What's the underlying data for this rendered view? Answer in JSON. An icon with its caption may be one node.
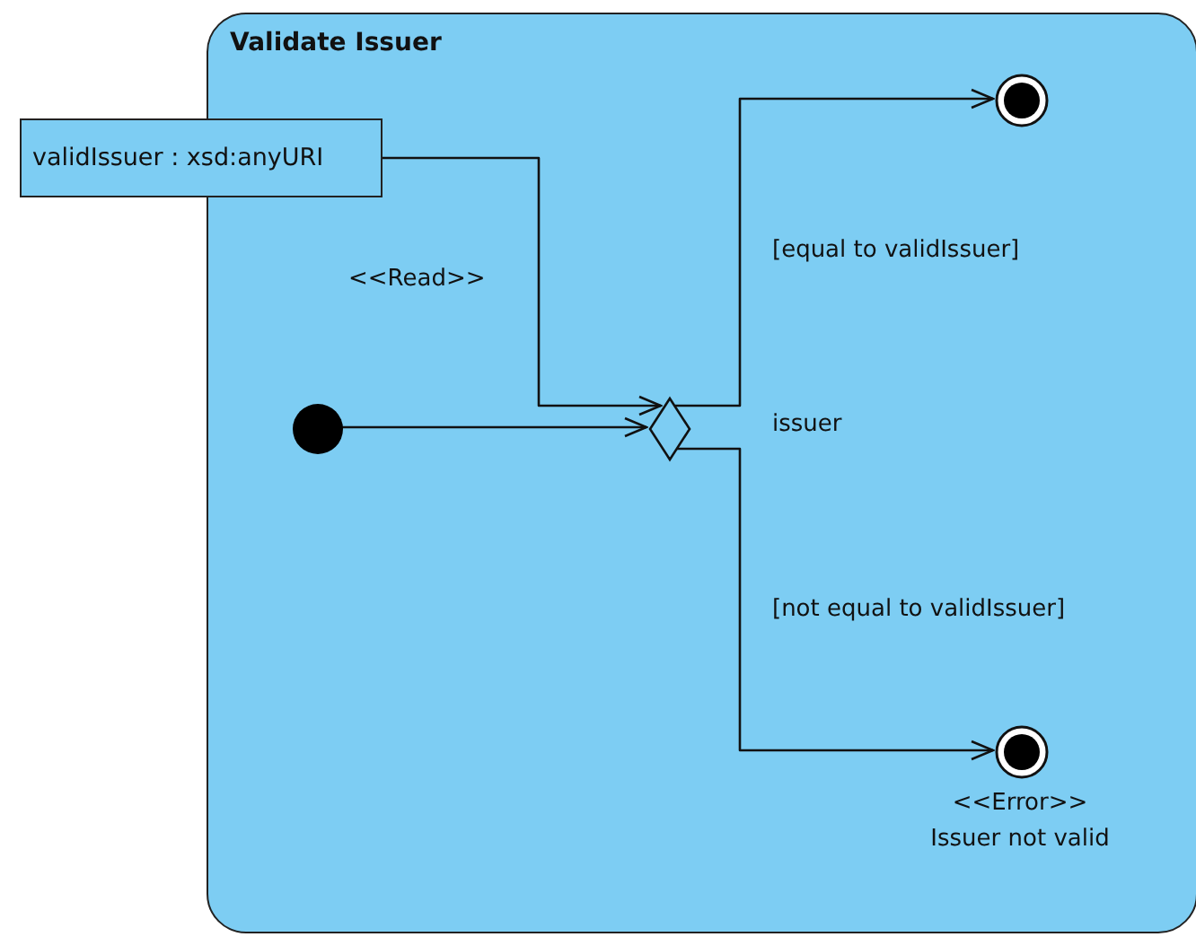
{
  "diagram": {
    "nodes": [
      {
        "text": [
          "Validate Issuer"
        ]
      },
      {
        "text": [
          "validIssuer : xsd:anyURI"
        ]
      },
      {
        "text": [],
        "shape": "circle",
        "in": 0
      },
      {
        "text": [],
        "shape": "diamond",
        "in": 0,
        "beside": [
          "issuer"
        ]
      },
      {
        "text": [],
        "shape": "bullseye",
        "in": 0
      },
      {
        "text": [],
        "shape": "bullseye",
        "in": 0,
        "beside": [
          "<<Error>>",
          "Issuer not valid"
        ]
      }
    ],
    "edges": [
      {
        "from": 1,
        "to": 3,
        "arrow": "to",
        "label": "<<Read>>"
      },
      {
        "from": 2,
        "to": 3,
        "arrow": "to"
      },
      {
        "from": 3,
        "to": 4,
        "arrow": "to",
        "label": "[equal to validIssuer]"
      },
      {
        "from": 3,
        "to": 5,
        "arrow": "to",
        "label": "[not equal to validIssuer]"
      }
    ]
  }
}
